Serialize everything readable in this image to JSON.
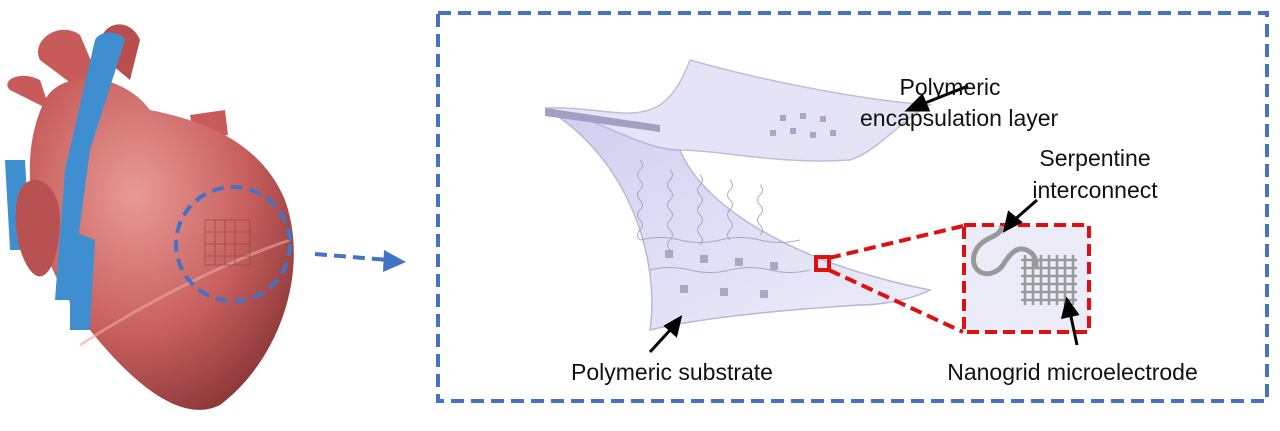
{
  "labels": {
    "encapsulation_line1": "Polymeric",
    "encapsulation_line2": "encapsulation layer",
    "serpentine_line1": "Serpentine",
    "serpentine_line2": "interconnect",
    "substrate": "Polymeric substrate",
    "nanogrid": "Nanogrid microelectrode"
  },
  "colors": {
    "frame_blue": "#4472c4",
    "zoom_red": "#e01010",
    "heart_red": "#c85a5a",
    "vessel_blue": "#3f8fd0",
    "film": "#dcdcf4"
  }
}
